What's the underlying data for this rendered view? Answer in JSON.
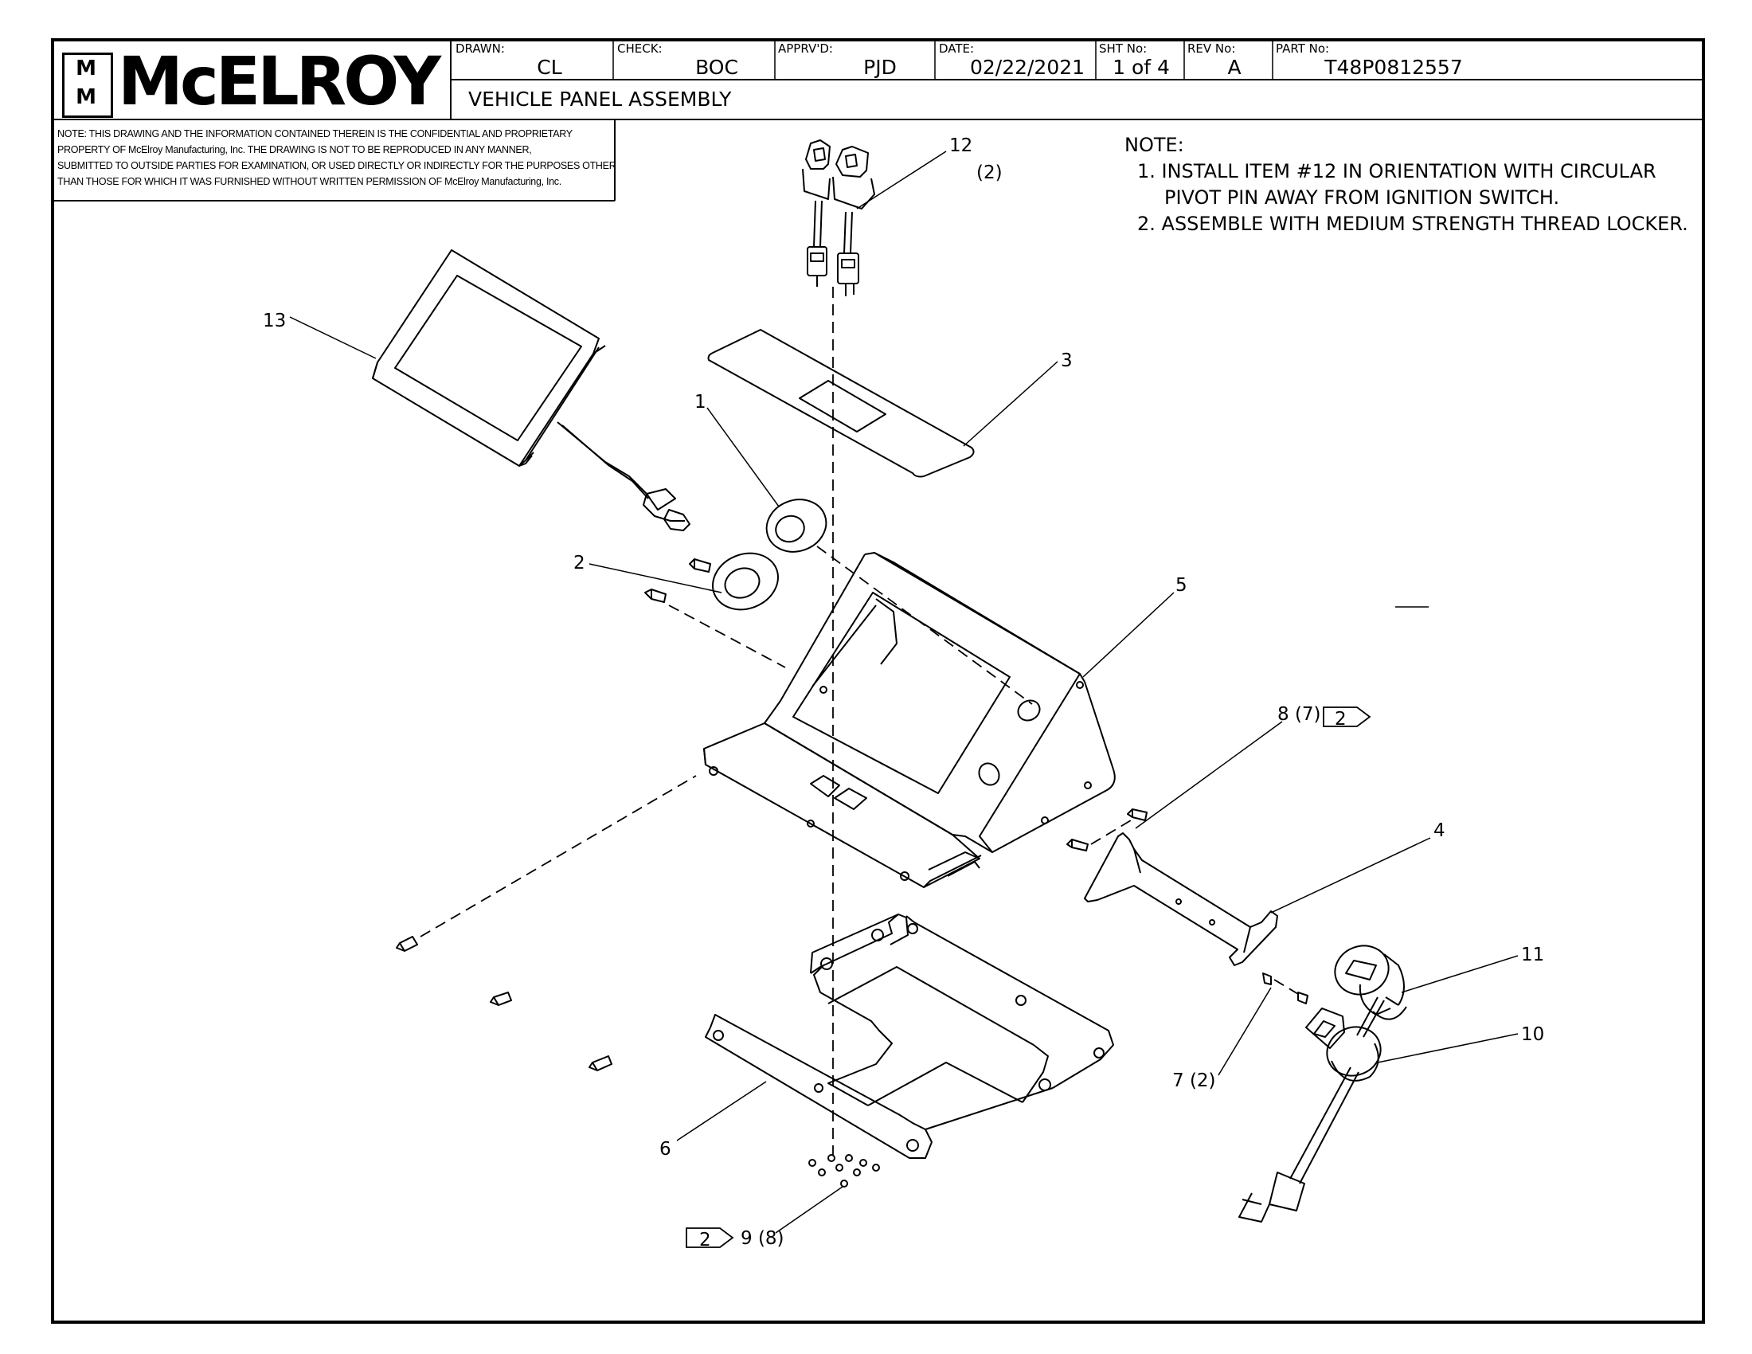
{
  "title_block": {
    "company": "McELROY",
    "logo_mark": "M",
    "fields": [
      {
        "label": "DRAWN:",
        "value": "CL"
      },
      {
        "label": "CHECK:",
        "value": "BOC"
      },
      {
        "label": "APPRV'D:",
        "value": "PJD"
      },
      {
        "label": "DATE:",
        "value": "02/22/2021"
      },
      {
        "label": "SHT No:",
        "value": "1 of 4"
      },
      {
        "label": "REV No:",
        "value": "A"
      },
      {
        "label": "PART No:",
        "value": "T48P0812557"
      }
    ],
    "title": "VEHICLE PANEL ASSEMBLY"
  },
  "notice": [
    "NOTE: THIS DRAWING AND THE INFORMATION CONTAINED THEREIN IS THE CONFIDENTIAL AND PROPRIETARY",
    "PROPERTY OF McElroy Manufacturing, Inc. THE DRAWING IS NOT TO BE REPRODUCED IN ANY MANNER,",
    "SUBMITTED TO OUTSIDE PARTIES FOR EXAMINATION, OR USED DIRECTLY OR INDIRECTLY FOR THE PURPOSES OTHER",
    "THAN THOSE FOR WHICH IT WAS FURNISHED WITHOUT WRITTEN PERMISSION OF McElroy Manufacturing, Inc."
  ],
  "notes": {
    "heading": "NOTE:",
    "items": [
      {
        "line1": "1.  INSTALL ITEM #12 IN ORIENTATION WITH CIRCULAR",
        "line2": "PIVOT PIN AWAY FROM IGNITION SWITCH."
      },
      {
        "line1": "2.  ASSEMBLE WITH MEDIUM STRENGTH THREAD LOCKER.",
        "line2": ""
      }
    ]
  },
  "callouts": {
    "c1": "1",
    "c2": "2",
    "c3": "3",
    "c4": "4",
    "c5": "5",
    "c6": "6",
    "c7": "7 (2)",
    "c8": "8 (7)",
    "c8_flag": "2",
    "c9": "9 (8)",
    "c9_flag": "2",
    "c10": "10",
    "c11": "11",
    "c12": "12",
    "c12_qty": "(2)",
    "c13": "13"
  }
}
